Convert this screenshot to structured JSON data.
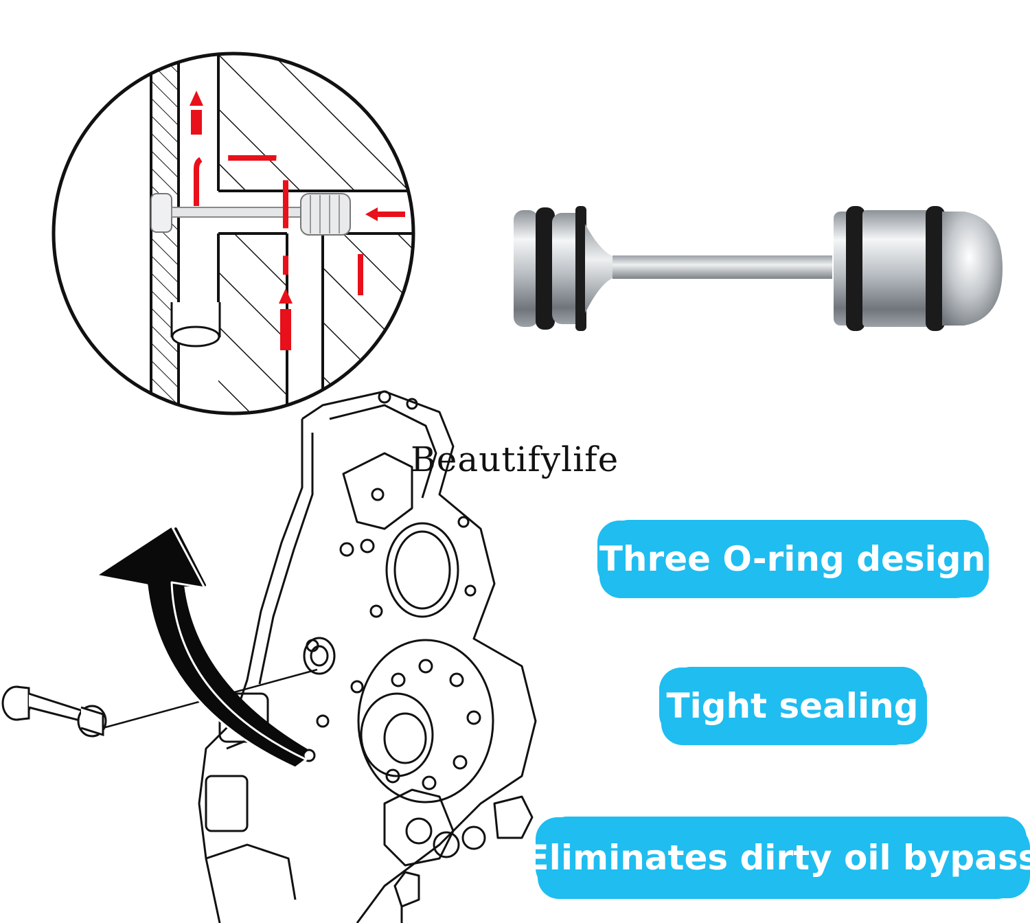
{
  "watermark": {
    "text": "Beautifylife"
  },
  "features": [
    {
      "label": "Three O-ring design"
    },
    {
      "label": "Tight sealing"
    },
    {
      "label": "Eliminates dirty oil bypass"
    }
  ],
  "colors": {
    "badge_background": "#1fbdf0",
    "badge_text": "#ffffff",
    "flow_arrow": "#e8101a",
    "line_art": "#111111",
    "pin_metal": "#c8ccd0",
    "o_ring": "#151515"
  },
  "icons": {
    "detail_view": "cross-section-detail",
    "product": "bypass-valve-pin",
    "engine": "engine-front-cover-drawing",
    "install_arrow": "curved-black-arrow"
  }
}
